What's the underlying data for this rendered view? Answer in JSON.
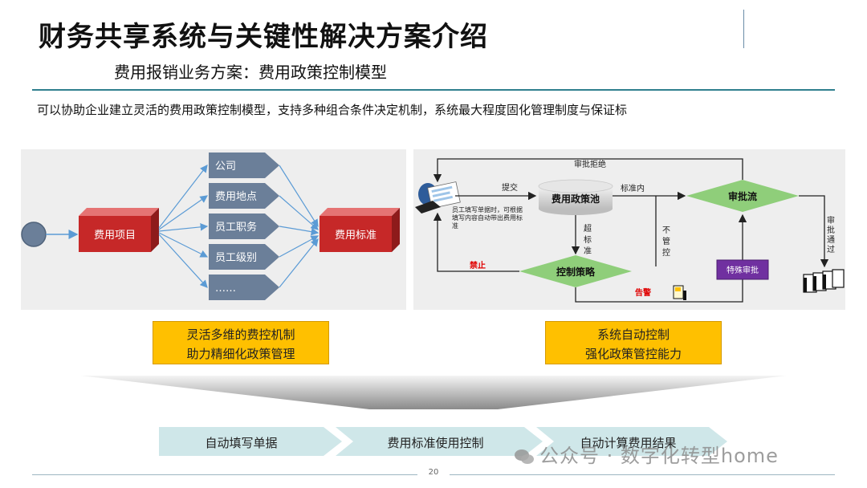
{
  "header": {
    "title": "财务共享系统与关键性解决方案介绍",
    "subtitle": "费用报销业务方案：费用政策控制模型"
  },
  "description": "可以协助企业建立灵活的费用政策控制模型，支持多种组合条件决定机制，系统最大程度固化管理制度与保证标",
  "left_diagram": {
    "source_box": "费用项目",
    "conditions": [
      "公司",
      "费用地点",
      "员工职务",
      "员工级别",
      "……"
    ],
    "target_box": "费用标准"
  },
  "right_diagram": {
    "note": [
      "员工填写单据时，可根据",
      "填写内容自动带出费用标",
      "准"
    ],
    "submit": "提交",
    "policy_pool": "费用政策池",
    "within_standard": "标准内",
    "approval_flow": "审批流",
    "reject": "审批拒绝",
    "exceed": [
      "超",
      "标",
      "准"
    ],
    "no_control": [
      "不",
      "管",
      "控"
    ],
    "control_strategy": "控制策略",
    "forbid": "禁止",
    "warn": "告警",
    "special_approval": "特殊审批",
    "approved": [
      "审",
      "批",
      "通",
      "过"
    ]
  },
  "highlights": {
    "left": [
      "灵活多维的费控机制",
      "助力精细化政策管理"
    ],
    "right": [
      "系统自动控制",
      "强化政策管控能力"
    ]
  },
  "process_steps": [
    "自动填写单据",
    "费用标准使用控制",
    "自动计算费用结果"
  ],
  "footer": {
    "page_number": "20",
    "watermark": "公众号 · 数字化转型home"
  },
  "colors": {
    "red_box": "#c62828",
    "slate_arrow": "#6b7f99",
    "teal_rule": "#2f7f8e",
    "yellow_box": "#ffc000",
    "green_diamond": "#8fce7a",
    "purple_box": "#7030a0",
    "chevron": "#cfe7e9"
  }
}
